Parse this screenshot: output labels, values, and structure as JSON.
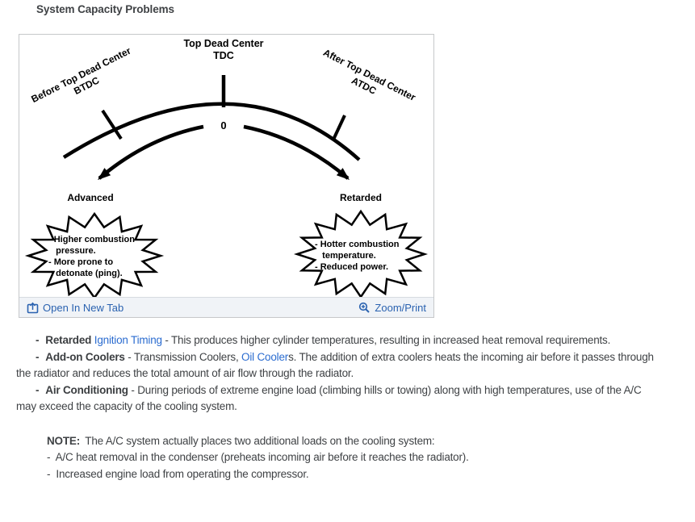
{
  "page": {
    "title": "System Capacity Problems"
  },
  "figure": {
    "labels": {
      "tdc_line1": "Top Dead Center",
      "tdc_line2": "TDC",
      "btdc_line1": "Before Top Dead Center",
      "btdc_line2": "BTDC",
      "atdc_line1": "After Top Dead Center",
      "atdc_line2": "ATDC",
      "zero": "0",
      "advanced": "Advanced",
      "retarded": "Retarded",
      "advanced_notes": "- Higher combustion\n   pressure.\n- More prone to\n   detonate (ping).",
      "retarded_notes": "- Hotter combustion\n   temperature.\n- Reduced power."
    },
    "toolbar": {
      "open_in_new_tab": "Open In New Tab",
      "zoom_print": "Zoom/Print"
    },
    "icons": {
      "open_in_new_tab": "window-with-up-arrow",
      "zoom_print": "magnifier-plus"
    }
  },
  "content": {
    "paragraphs": [
      {
        "bullet": "-",
        "term": "Retarded",
        "pre_link": " ",
        "link": "Ignition Timing",
        "text": " - This produces higher cylinder temperatures, resulting in increased heat removal requirements."
      },
      {
        "bullet": "-",
        "term": "Add-on Coolers",
        "pre_link": " - Transmission Coolers, ",
        "link": "Oil Cooler",
        "text": "s. The addition of extra coolers heats the incoming air before it passes through the radiator and reduces the total amount of air flow through the radiator."
      },
      {
        "bullet": "-",
        "term": "Air Conditioning",
        "pre_link": "",
        "link": "",
        "text": " - During periods of extreme engine load (climbing hills or towing) along with high temperatures, use of the A/C may exceed the capacity of the cooling system."
      }
    ],
    "note": {
      "label": "NOTE:",
      "text": " The A/C system actually places two additional loads on the cooling system:",
      "items": [
        "-  A/C heat removal in the condenser (preheats incoming air before it reaches the radiator).",
        "-  Increased engine load from operating the compressor."
      ]
    }
  },
  "colors": {
    "body_link": "#2b6cd0",
    "toolbar_link": "#2a62b0",
    "toolbar_bg": "#f0f3f7",
    "box_border": "#c6c8ca",
    "text": "#3f4245",
    "diagram_ink": "#000000"
  }
}
